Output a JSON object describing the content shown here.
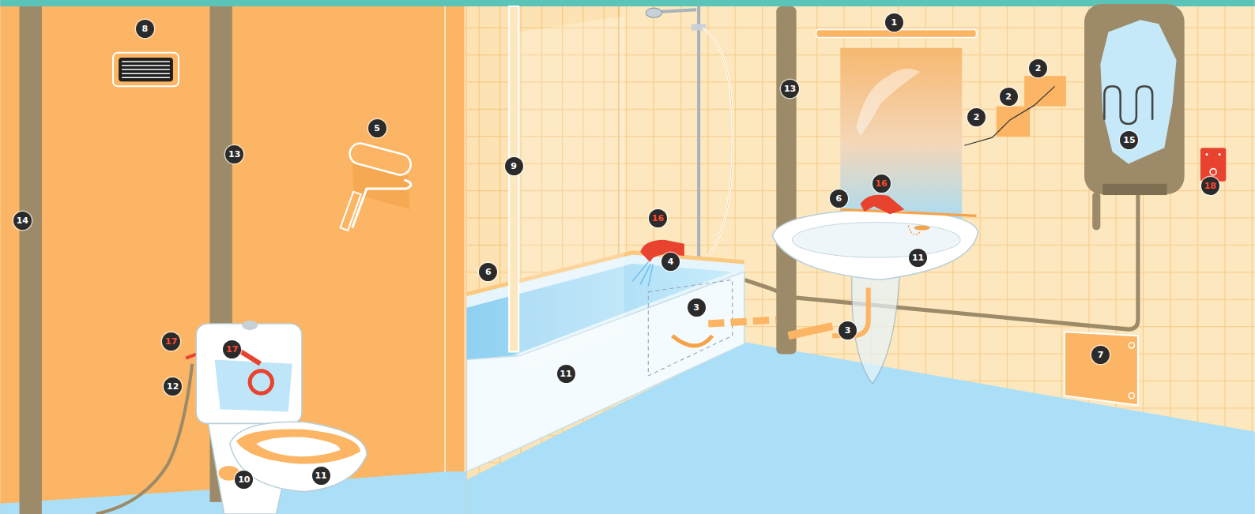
{
  "diagram": {
    "labels": [
      "1",
      "8",
      "2",
      "13",
      "2",
      "2",
      "5",
      "15",
      "13",
      "9",
      "16",
      "18",
      "6",
      "16",
      "14",
      "11",
      "4",
      "6",
      "3",
      "3",
      "17",
      "17",
      "7",
      "11",
      "12",
      "11",
      "10"
    ]
  }
}
